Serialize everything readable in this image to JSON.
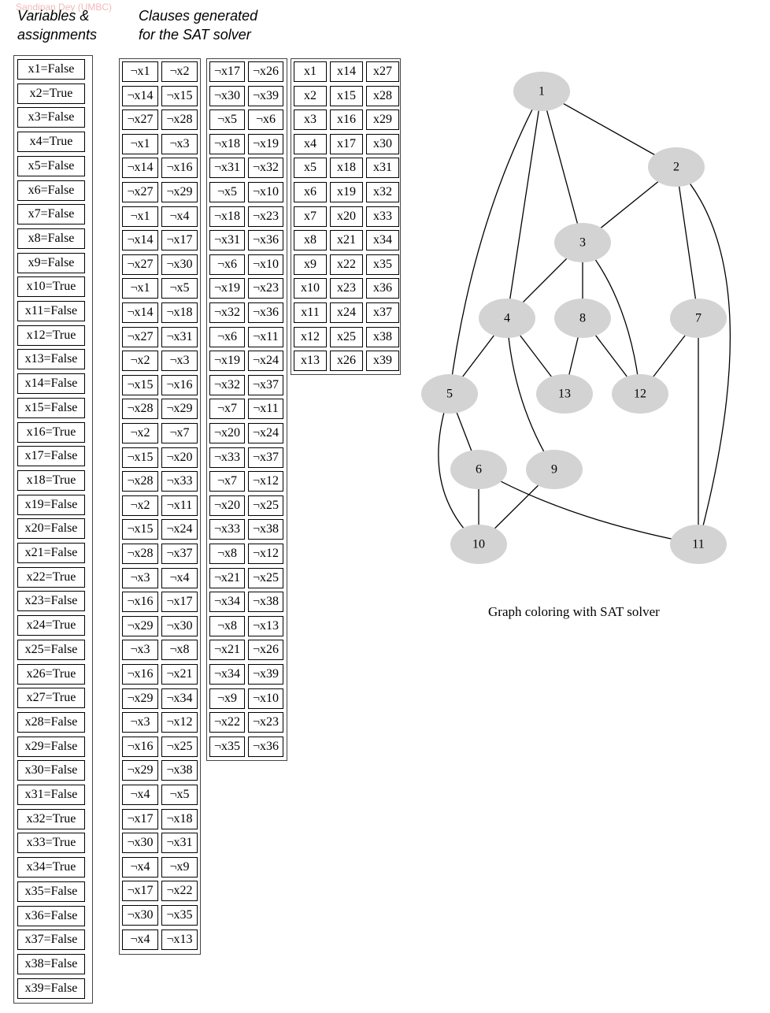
{
  "watermark": "Sandipan Dey (UMBC)",
  "headers": {
    "variables_line1": "Variables &",
    "variables_line2": "assignments",
    "clauses_line1": "Clauses generated",
    "clauses_line2": "for the SAT solver"
  },
  "assignments": [
    "x1=False",
    "x2=True",
    "x3=False",
    "x4=True",
    "x5=False",
    "x6=False",
    "x7=False",
    "x8=False",
    "x9=False",
    "x10=True",
    "x11=False",
    "x12=True",
    "x13=False",
    "x14=False",
    "x15=False",
    "x16=True",
    "x17=False",
    "x18=True",
    "x19=False",
    "x20=False",
    "x21=False",
    "x22=True",
    "x23=False",
    "x24=True",
    "x25=False",
    "x26=True",
    "x27=True",
    "x28=False",
    "x29=False",
    "x30=False",
    "x31=False",
    "x32=True",
    "x33=True",
    "x34=True",
    "x35=False",
    "x36=False",
    "x37=False",
    "x38=False",
    "x39=False"
  ],
  "clauses_block1": [
    [
      "¬x1",
      "¬x2"
    ],
    [
      "¬x14",
      "¬x15"
    ],
    [
      "¬x27",
      "¬x28"
    ],
    [
      "¬x1",
      "¬x3"
    ],
    [
      "¬x14",
      "¬x16"
    ],
    [
      "¬x27",
      "¬x29"
    ],
    [
      "¬x1",
      "¬x4"
    ],
    [
      "¬x14",
      "¬x17"
    ],
    [
      "¬x27",
      "¬x30"
    ],
    [
      "¬x1",
      "¬x5"
    ],
    [
      "¬x14",
      "¬x18"
    ],
    [
      "¬x27",
      "¬x31"
    ],
    [
      "¬x2",
      "¬x3"
    ],
    [
      "¬x15",
      "¬x16"
    ],
    [
      "¬x28",
      "¬x29"
    ],
    [
      "¬x2",
      "¬x7"
    ],
    [
      "¬x15",
      "¬x20"
    ],
    [
      "¬x28",
      "¬x33"
    ],
    [
      "¬x2",
      "¬x11"
    ],
    [
      "¬x15",
      "¬x24"
    ],
    [
      "¬x28",
      "¬x37"
    ],
    [
      "¬x3",
      "¬x4"
    ],
    [
      "¬x16",
      "¬x17"
    ],
    [
      "¬x29",
      "¬x30"
    ],
    [
      "¬x3",
      "¬x8"
    ],
    [
      "¬x16",
      "¬x21"
    ],
    [
      "¬x29",
      "¬x34"
    ],
    [
      "¬x3",
      "¬x12"
    ],
    [
      "¬x16",
      "¬x25"
    ],
    [
      "¬x29",
      "¬x38"
    ],
    [
      "¬x4",
      "¬x5"
    ],
    [
      "¬x17",
      "¬x18"
    ],
    [
      "¬x30",
      "¬x31"
    ],
    [
      "¬x4",
      "¬x9"
    ],
    [
      "¬x17",
      "¬x22"
    ],
    [
      "¬x30",
      "¬x35"
    ],
    [
      "¬x4",
      "¬x13"
    ]
  ],
  "clauses_block2": [
    [
      "¬x17",
      "¬x26"
    ],
    [
      "¬x30",
      "¬x39"
    ],
    [
      "¬x5",
      "¬x6"
    ],
    [
      "¬x18",
      "¬x19"
    ],
    [
      "¬x31",
      "¬x32"
    ],
    [
      "¬x5",
      "¬x10"
    ],
    [
      "¬x18",
      "¬x23"
    ],
    [
      "¬x31",
      "¬x36"
    ],
    [
      "¬x6",
      "¬x10"
    ],
    [
      "¬x19",
      "¬x23"
    ],
    [
      "¬x32",
      "¬x36"
    ],
    [
      "¬x6",
      "¬x11"
    ],
    [
      "¬x19",
      "¬x24"
    ],
    [
      "¬x32",
      "¬x37"
    ],
    [
      "¬x7",
      "¬x11"
    ],
    [
      "¬x20",
      "¬x24"
    ],
    [
      "¬x33",
      "¬x37"
    ],
    [
      "¬x7",
      "¬x12"
    ],
    [
      "¬x20",
      "¬x25"
    ],
    [
      "¬x33",
      "¬x38"
    ],
    [
      "¬x8",
      "¬x12"
    ],
    [
      "¬x21",
      "¬x25"
    ],
    [
      "¬x34",
      "¬x38"
    ],
    [
      "¬x8",
      "¬x13"
    ],
    [
      "¬x21",
      "¬x26"
    ],
    [
      "¬x34",
      "¬x39"
    ],
    [
      "¬x9",
      "¬x10"
    ],
    [
      "¬x22",
      "¬x23"
    ],
    [
      "¬x35",
      "¬x36"
    ]
  ],
  "clauses_block3": [
    [
      "x1",
      "x14",
      "x27"
    ],
    [
      "x2",
      "x15",
      "x28"
    ],
    [
      "x3",
      "x16",
      "x29"
    ],
    [
      "x4",
      "x17",
      "x30"
    ],
    [
      "x5",
      "x18",
      "x31"
    ],
    [
      "x6",
      "x19",
      "x32"
    ],
    [
      "x7",
      "x20",
      "x33"
    ],
    [
      "x8",
      "x21",
      "x34"
    ],
    [
      "x9",
      "x22",
      "x35"
    ],
    [
      "x10",
      "x23",
      "x36"
    ],
    [
      "x11",
      "x24",
      "x37"
    ],
    [
      "x12",
      "x25",
      "x38"
    ],
    [
      "x13",
      "x26",
      "x39"
    ]
  ],
  "graph": {
    "nodes": [
      "1",
      "2",
      "3",
      "4",
      "5",
      "6",
      "7",
      "8",
      "9",
      "10",
      "11",
      "12",
      "13"
    ],
    "node_color": "#d3d3d3",
    "edges": [
      [
        "1",
        "2"
      ],
      [
        "1",
        "3"
      ],
      [
        "1",
        "4"
      ],
      [
        "1",
        "5"
      ],
      [
        "2",
        "3"
      ],
      [
        "2",
        "7"
      ],
      [
        "2",
        "11"
      ],
      [
        "3",
        "4"
      ],
      [
        "3",
        "8"
      ],
      [
        "3",
        "12"
      ],
      [
        "4",
        "5"
      ],
      [
        "4",
        "9"
      ],
      [
        "4",
        "13"
      ],
      [
        "5",
        "6"
      ],
      [
        "5",
        "10"
      ],
      [
        "6",
        "10"
      ],
      [
        "6",
        "11"
      ],
      [
        "7",
        "11"
      ],
      [
        "7",
        "12"
      ],
      [
        "8",
        "12"
      ],
      [
        "8",
        "13"
      ],
      [
        "9",
        "10"
      ]
    ],
    "caption": "Graph coloring with SAT solver"
  }
}
